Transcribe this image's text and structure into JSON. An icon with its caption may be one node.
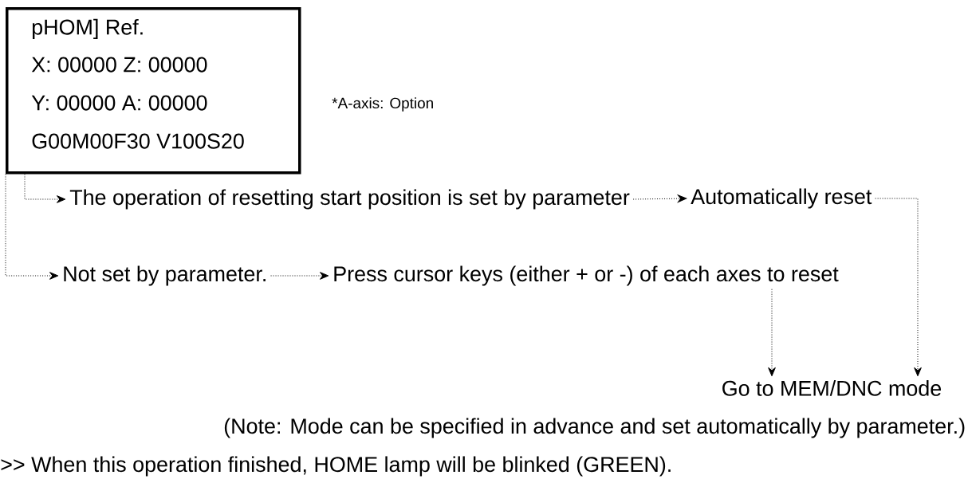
{
  "diagram": {
    "nodes": [
      {
        "text": [
          "pHOM] Ref.",
          "X: 00000   Z: 00000",
          "Y: 00000   A: 00000",
          "G00M00F30 V100S20"
        ]
      },
      {
        "text": [
          "The operation of resetting start position is set by parameter"
        ]
      },
      {
        "text": [
          "Automatically reset"
        ]
      },
      {
        "text": [
          "Not set by parameter."
        ]
      },
      {
        "text": [
          "Press cursor keys (either + or -) of each axes to reset"
        ]
      },
      {
        "text": [
          "Go to MEM/DNC mode"
        ]
      }
    ],
    "edges": [
      {
        "from": 0,
        "to": 1,
        "arrow": "to"
      },
      {
        "from": 1,
        "to": 2,
        "arrow": "to"
      },
      {
        "from": 0,
        "to": 3,
        "arrow": "to"
      },
      {
        "from": 3,
        "to": 4,
        "arrow": "to"
      },
      {
        "from": 4,
        "to": 5,
        "arrow": "to"
      },
      {
        "from": 2,
        "to": 5,
        "arrow": "to"
      }
    ],
    "labels": [
      "*A-axis: Option",
      "(Note: Mode can be specified in advance and set automatically by parameter.)",
      ">> When this operation finished, HOME lamp will be blinked (GREEN)."
    ]
  }
}
